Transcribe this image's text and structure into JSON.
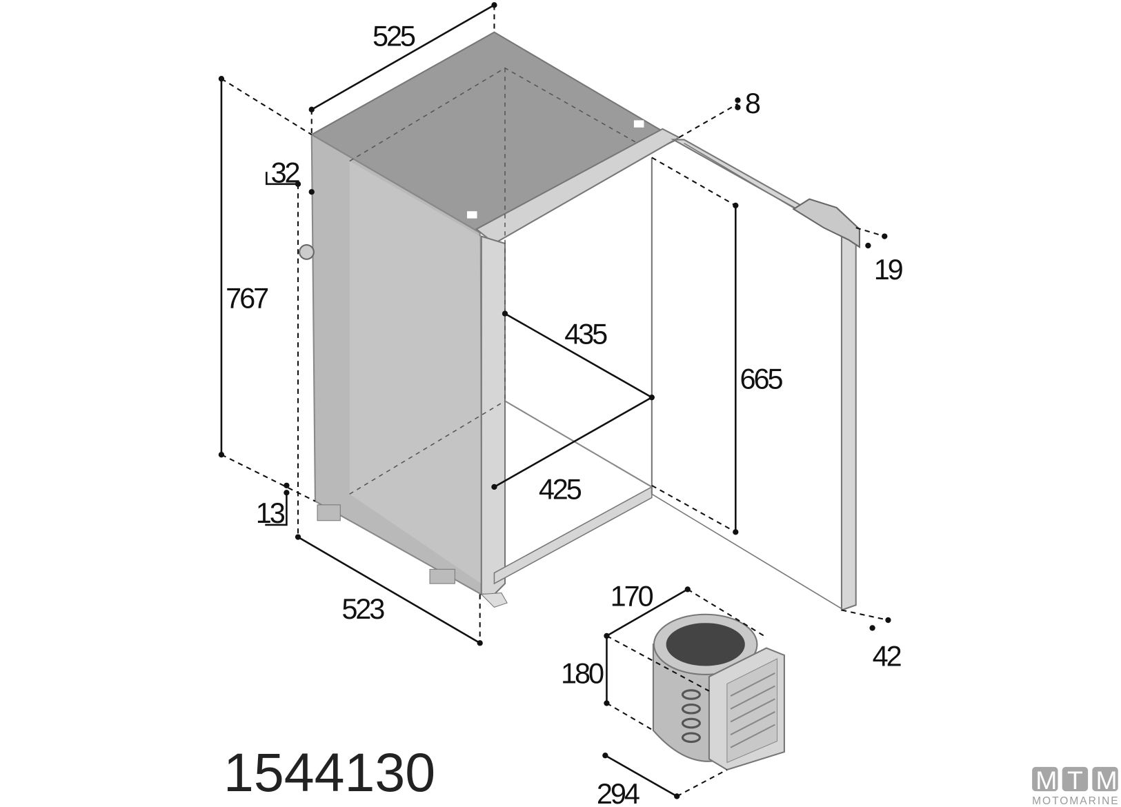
{
  "drawing": {
    "part_number": "1544130",
    "dimensions": {
      "width_top": "525",
      "door_gap": "8",
      "flange": "32",
      "height_total": "767",
      "handle_depth": "19",
      "inner_depth_top": "435",
      "inner_height": "665",
      "inner_width": "425",
      "feet": "13",
      "depth_bottom": "523",
      "compressor_depth": "170",
      "compressor_height": "180",
      "door_thickness": "42",
      "compressor_width": "294"
    }
  },
  "logo": {
    "letters": [
      "M",
      "T",
      "M"
    ],
    "text": "MOTOMARINE"
  },
  "colors": {
    "top": "#9b9b9b",
    "side": "#b9b9b9",
    "frame": "#d6d6d6"
  }
}
